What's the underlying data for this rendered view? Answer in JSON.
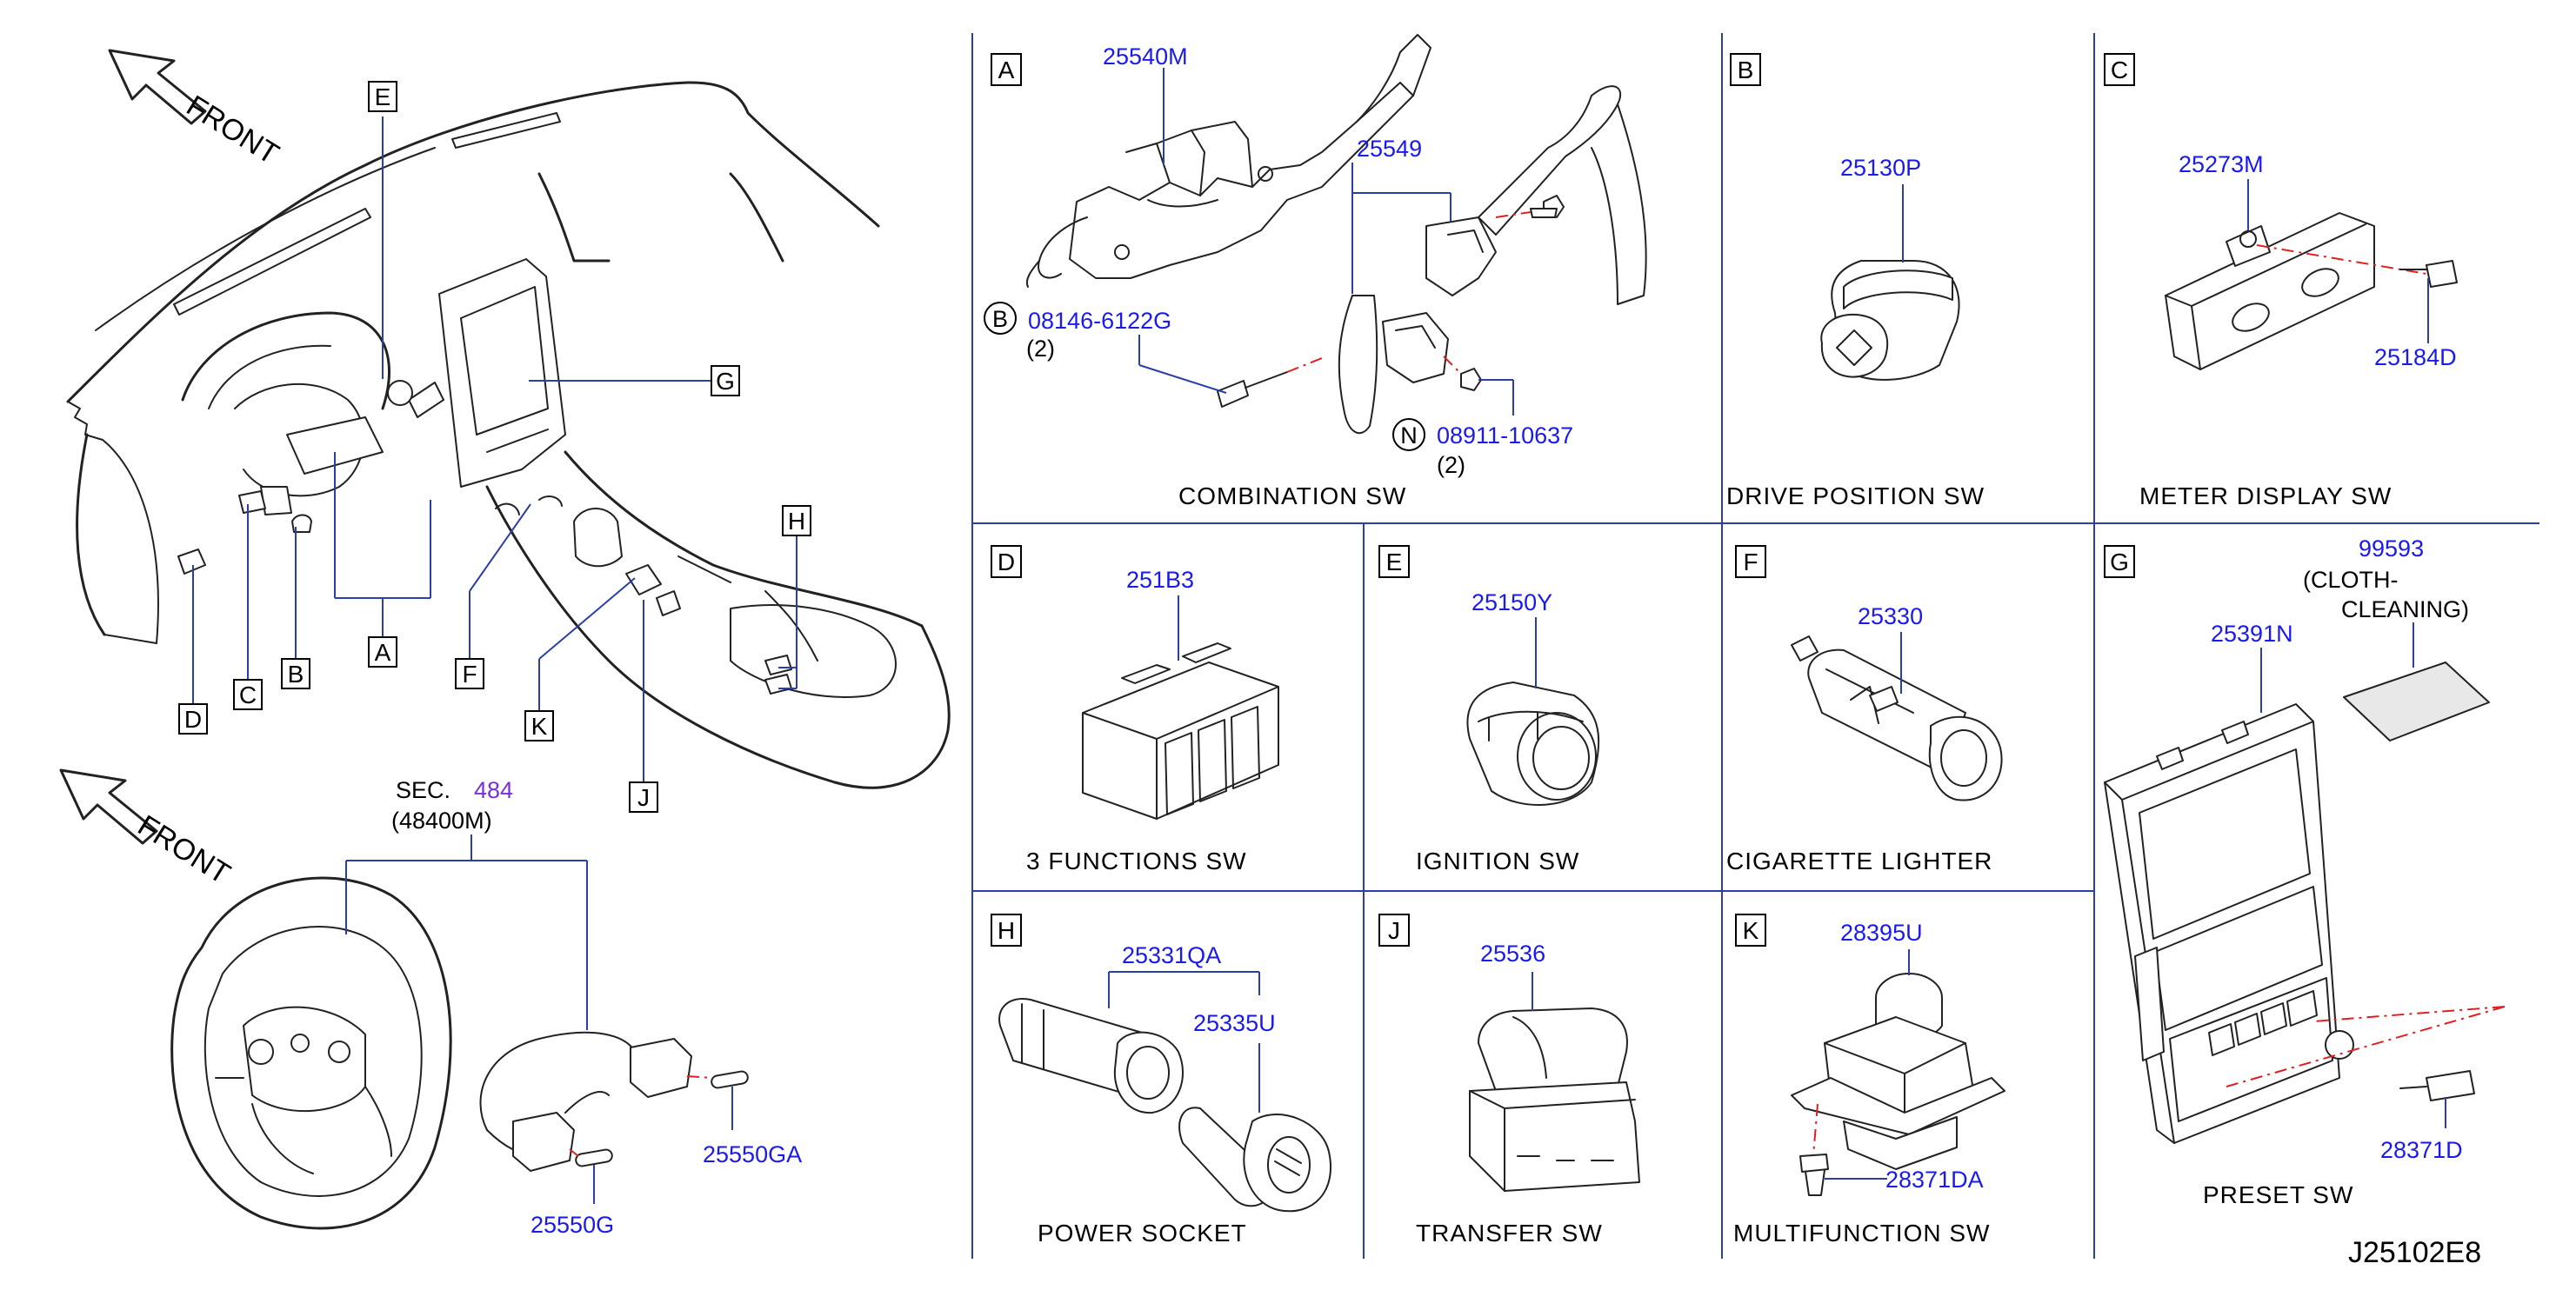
{
  "drawing_code": "J25102E8",
  "front_labels": [
    "FRONT",
    "FRONT"
  ],
  "overview_callouts": [
    "A",
    "B",
    "C",
    "D",
    "E",
    "F",
    "G",
    "H",
    "J",
    "K"
  ],
  "steering": {
    "sec_prefix": "SEC.",
    "sec_number": "484",
    "sec_ref": "(48400M)",
    "part_left": "25550G",
    "part_right": "25550GA"
  },
  "panels": {
    "A": {
      "letter": "A",
      "title": "COMBINATION   SW",
      "part_main": "25540M",
      "part_paddle": "25549",
      "bolt_ref": "B",
      "bolt_part": "08146-6122G",
      "bolt_qty": "(2)",
      "nut_ref": "N",
      "nut_part": "08911-10637",
      "nut_qty": "(2)"
    },
    "B": {
      "letter": "B",
      "title": "DRIVE   POSITION   SW",
      "part": "25130P"
    },
    "C": {
      "letter": "C",
      "title": "METER   DISPLAY   SW",
      "part": "25273M",
      "part_bolt": "25184D"
    },
    "D": {
      "letter": "D",
      "title": "3   FUNCTIONS   SW",
      "part": "251B3"
    },
    "E": {
      "letter": "E",
      "title": "IGNITION   SW",
      "part": "25150Y"
    },
    "F": {
      "letter": "F",
      "title": "CIGARETTE   LIGHTER",
      "part": "25330"
    },
    "G": {
      "letter": "G",
      "title": "PRESET   SW",
      "part_cloth": "99593",
      "cloth_line1": "(CLOTH-",
      "cloth_line2": "CLEANING)",
      "part_main": "25391N",
      "part_bolt": "28371D"
    },
    "H": {
      "letter": "H",
      "title": "POWER   SOCKET",
      "part_a": "25331QA",
      "part_b": "25335U"
    },
    "J": {
      "letter": "J",
      "title": "TRANSFER   SW",
      "part": "25536"
    },
    "K": {
      "letter": "K",
      "title": "MULTIFUNCTION   SW",
      "part": "28395U",
      "part_bolt": "28371DA"
    }
  }
}
